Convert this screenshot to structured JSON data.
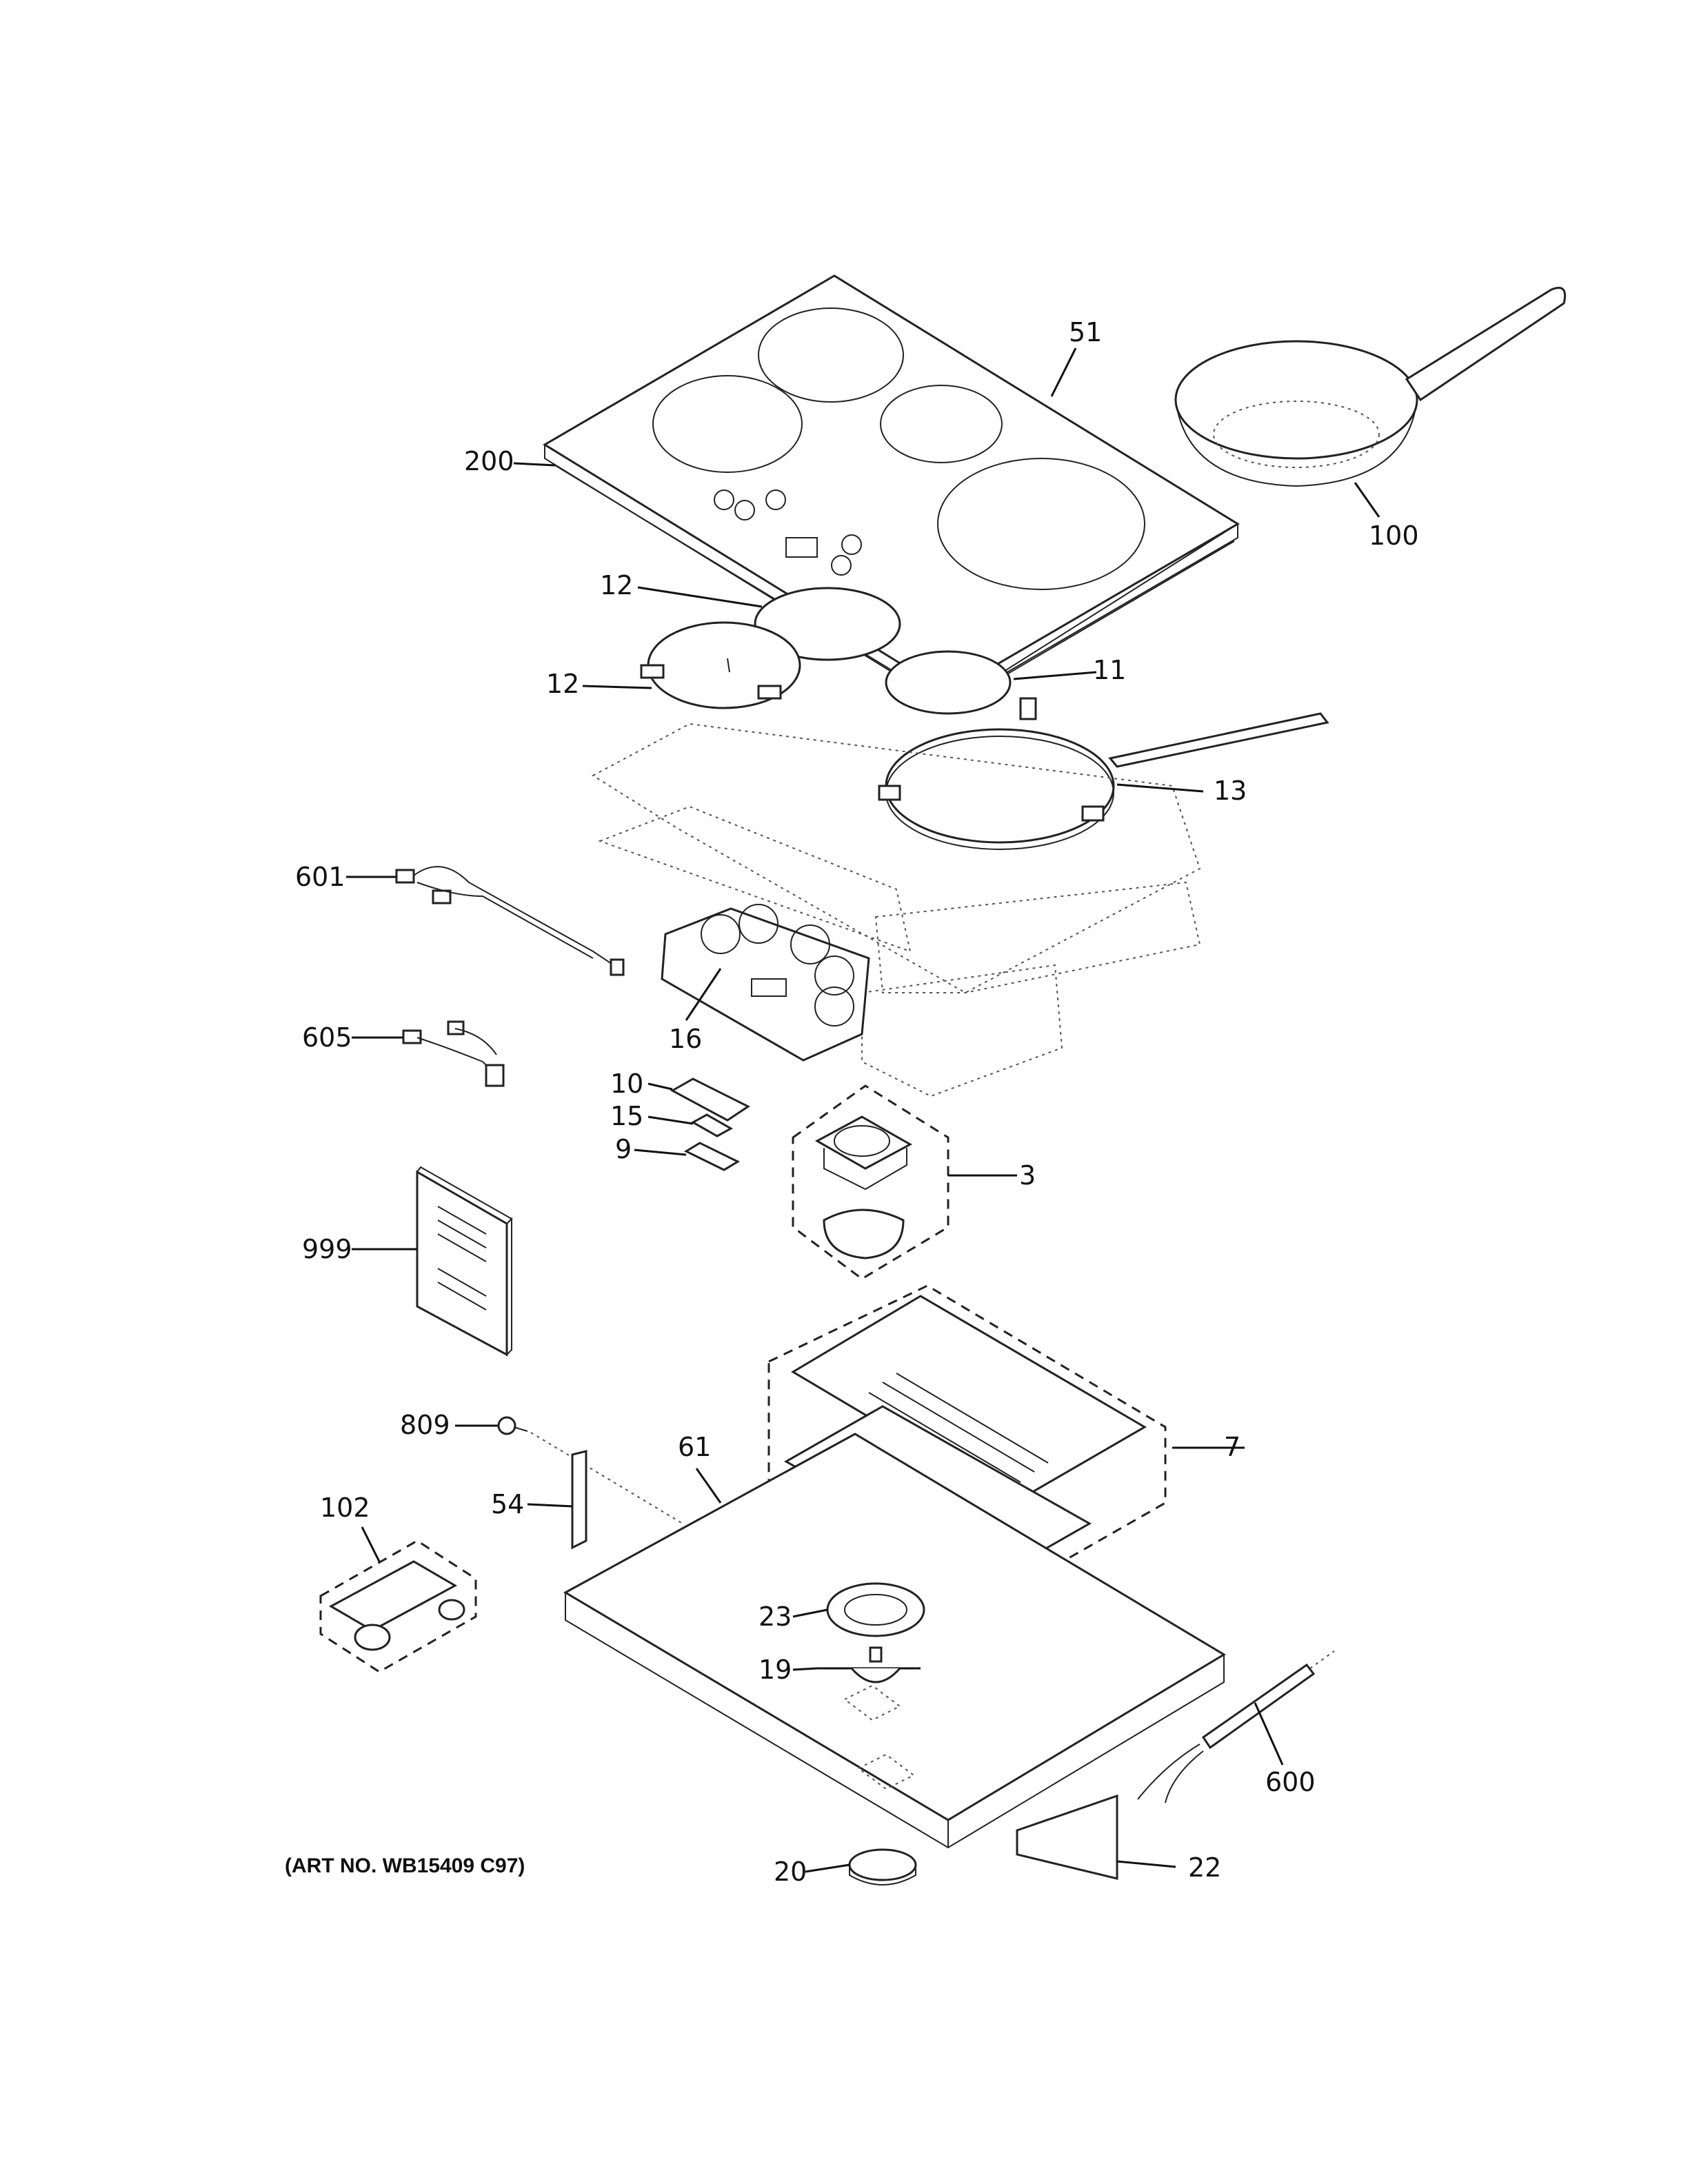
{
  "callouts": [
    {
      "id": "51",
      "text": "51"
    },
    {
      "id": "200",
      "text": "200"
    },
    {
      "id": "100",
      "text": "100"
    },
    {
      "id": "12a",
      "text": "12"
    },
    {
      "id": "12b",
      "text": "12"
    },
    {
      "id": "11",
      "text": "11"
    },
    {
      "id": "13",
      "text": "13"
    },
    {
      "id": "601",
      "text": "601"
    },
    {
      "id": "16",
      "text": "16"
    },
    {
      "id": "605",
      "text": "605"
    },
    {
      "id": "10",
      "text": "10"
    },
    {
      "id": "15",
      "text": "15"
    },
    {
      "id": "9",
      "text": "9"
    },
    {
      "id": "3",
      "text": "3"
    },
    {
      "id": "999",
      "text": "999"
    },
    {
      "id": "809",
      "text": "809"
    },
    {
      "id": "61",
      "text": "61"
    },
    {
      "id": "7",
      "text": "7"
    },
    {
      "id": "54",
      "text": "54"
    },
    {
      "id": "102",
      "text": "102"
    },
    {
      "id": "23",
      "text": "23"
    },
    {
      "id": "19",
      "text": "19"
    },
    {
      "id": "600",
      "text": "600"
    },
    {
      "id": "20",
      "text": "20"
    },
    {
      "id": "22",
      "text": "22"
    }
  ],
  "art_number": "(ART NO. WB15409 C97)"
}
